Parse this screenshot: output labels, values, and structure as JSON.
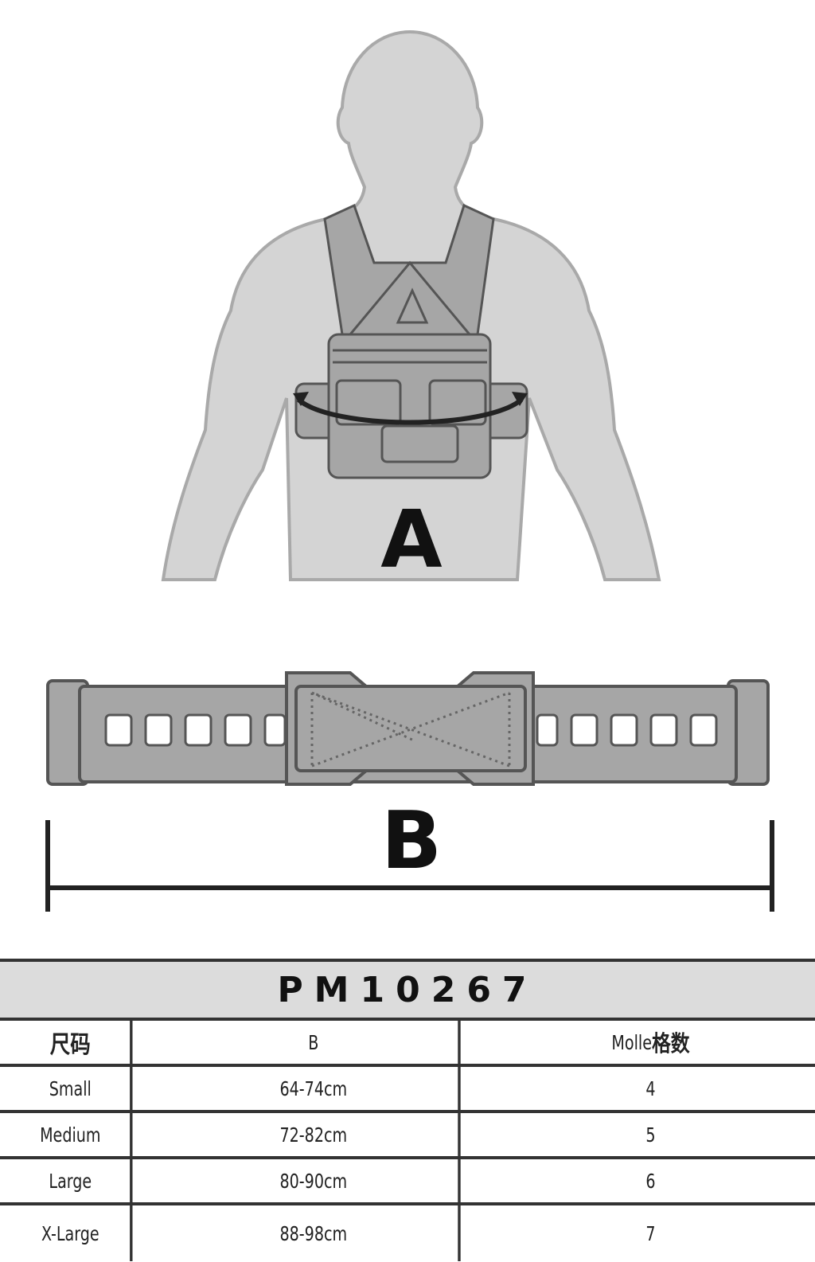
{
  "diagram": {
    "label_a": "A",
    "label_b": "B",
    "colors": {
      "body_fill": "#d4d4d4",
      "body_stroke": "#a9a9a9",
      "gear_fill": "#a6a6a6",
      "gear_stroke": "#555555"
    }
  },
  "table": {
    "title": "PM10267",
    "headers": {
      "size": "尺码",
      "b": "B",
      "molle_prefix": "Molle",
      "molle_suffix": "格数"
    },
    "rows": [
      {
        "size": "Small",
        "b": "64-74cm",
        "molle": "4"
      },
      {
        "size": "Medium",
        "b": "72-82cm",
        "molle": "5"
      },
      {
        "size": "Large",
        "b": "80-90cm",
        "molle": "6"
      },
      {
        "size": "X-Large",
        "b": "88-98cm",
        "molle": "7"
      }
    ]
  }
}
